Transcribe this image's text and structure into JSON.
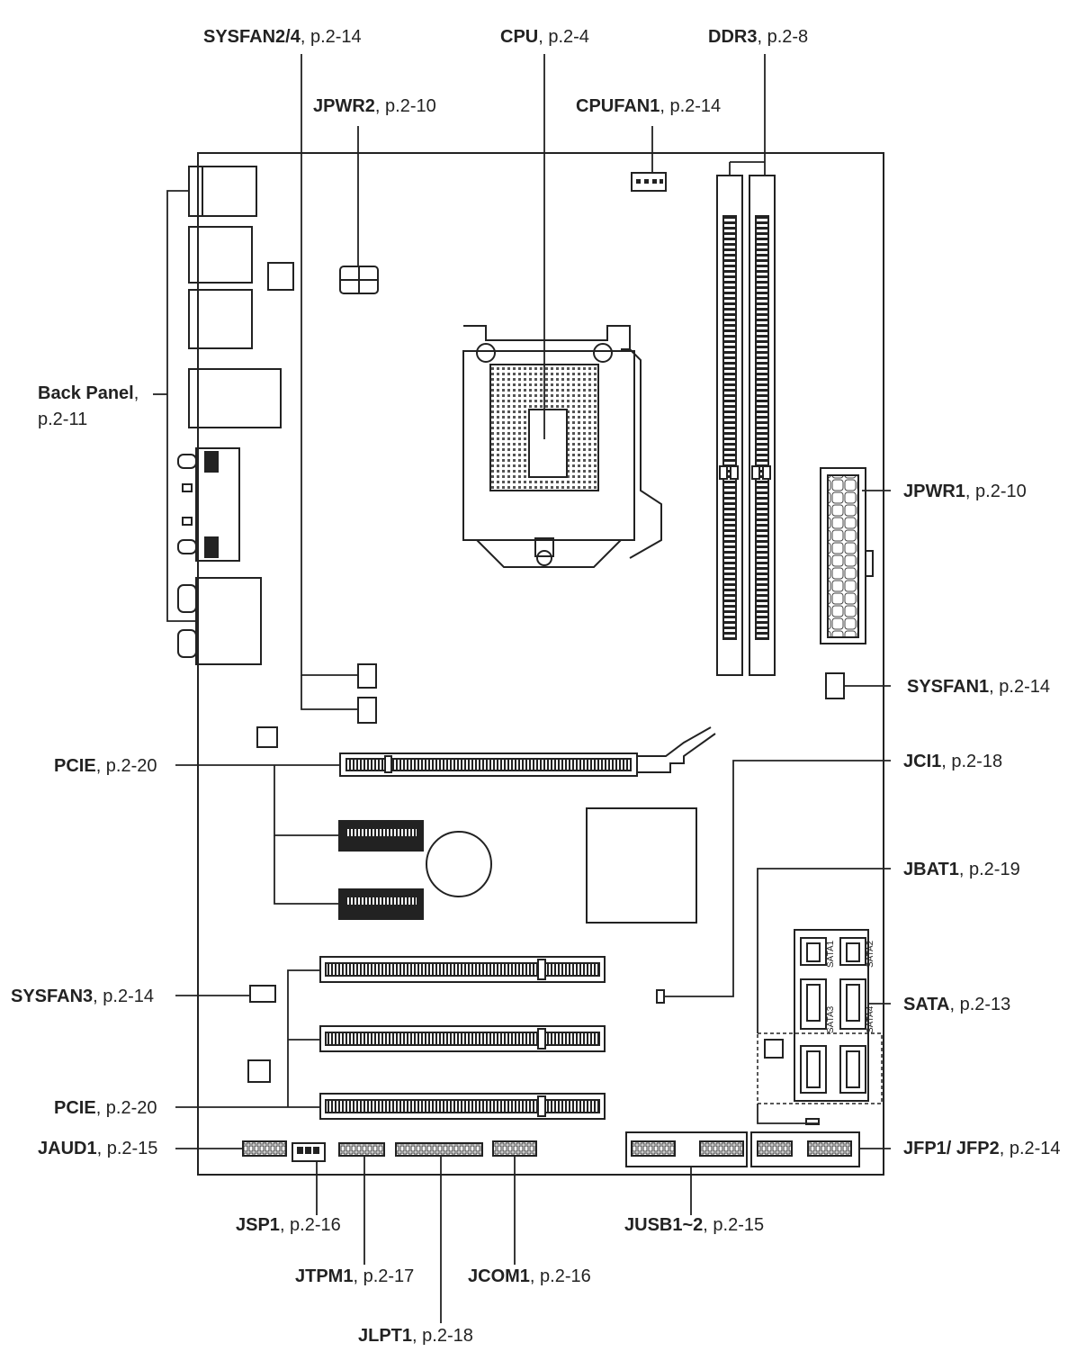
{
  "labels": {
    "sysfan24": {
      "name": "SYSFAN2/4",
      "page": ", p.2-14"
    },
    "cpu": {
      "name": "CPU",
      "page": ", p.2-4"
    },
    "ddr3": {
      "name": "DDR3",
      "page": ", p.2-8"
    },
    "jpwr2": {
      "name": "JPWR2",
      "page": ", p.2-10"
    },
    "cpufan1": {
      "name": "CPUFAN1",
      "page": ", p.2-14"
    },
    "backpanel": {
      "name": "Back Panel",
      "page": ",",
      "page2": "p.2-11"
    },
    "jpwr1": {
      "name": "JPWR1",
      "page": ", p.2-10"
    },
    "sysfan1": {
      "name": "SYSFAN1",
      "page": ", p.2-14"
    },
    "pcie_top": {
      "name": "PCIE",
      "page": ", p.2-20"
    },
    "jci1": {
      "name": "JCI1",
      "page": ", p.2-18"
    },
    "jbat1": {
      "name": "JBAT1",
      "page": ", p.2-19"
    },
    "sysfan3": {
      "name": "SYSFAN3",
      "page": ", p.2-14"
    },
    "sata": {
      "name": "SATA",
      "page": ", p.2-13"
    },
    "pcie_bottom": {
      "name": "PCIE",
      "page": ", p.2-20"
    },
    "jaud1": {
      "name": "JAUD1",
      "page": ", p.2-15"
    },
    "jfp": {
      "name": "JFP1/ JFP2",
      "page": ", p.2-14"
    },
    "jsp1": {
      "name": "JSP1",
      "page": ", p.2-16"
    },
    "jusb": {
      "name": "JUSB1~2",
      "page": ", p.2-15"
    },
    "jtpm1": {
      "name": "JTPM1",
      "page": ", p.2-17"
    },
    "jcom1": {
      "name": "JCOM1",
      "page": ", p.2-16"
    },
    "jlpt1": {
      "name": "JLPT1",
      "page": ", p.2-18"
    }
  },
  "sata_ports": [
    "SATA1",
    "SATA2",
    "SATA3",
    "SATA4"
  ]
}
